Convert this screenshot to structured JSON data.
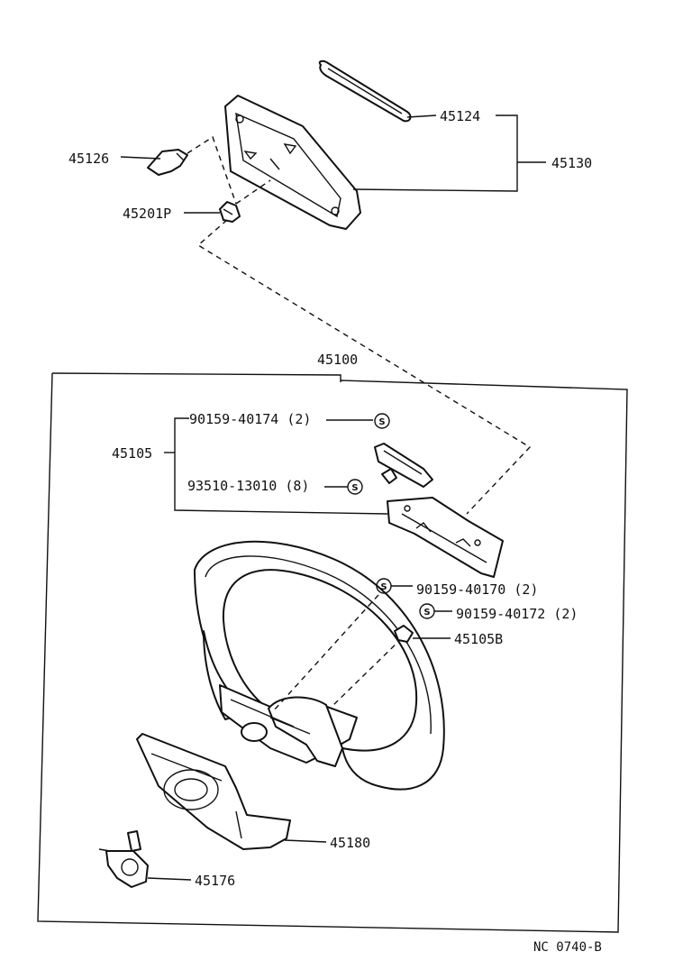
{
  "parts": {
    "p45124": "45124",
    "p45130": "45130",
    "p45126": "45126",
    "p45201P": "45201P",
    "p45100": "45100",
    "p45105": "45105",
    "p90159_40174": "90159-40174 (2)",
    "p93510_13010": "93510-13010 (8)",
    "p90159_40170": "90159-40170 (2)",
    "p90159_40172": "90159-40172 (2)",
    "p45105B": "45105B",
    "p45180": "45180",
    "p45176": "45176"
  },
  "symbols": {
    "s_mark": "S"
  },
  "footer": {
    "code": "NC  0740-B"
  }
}
